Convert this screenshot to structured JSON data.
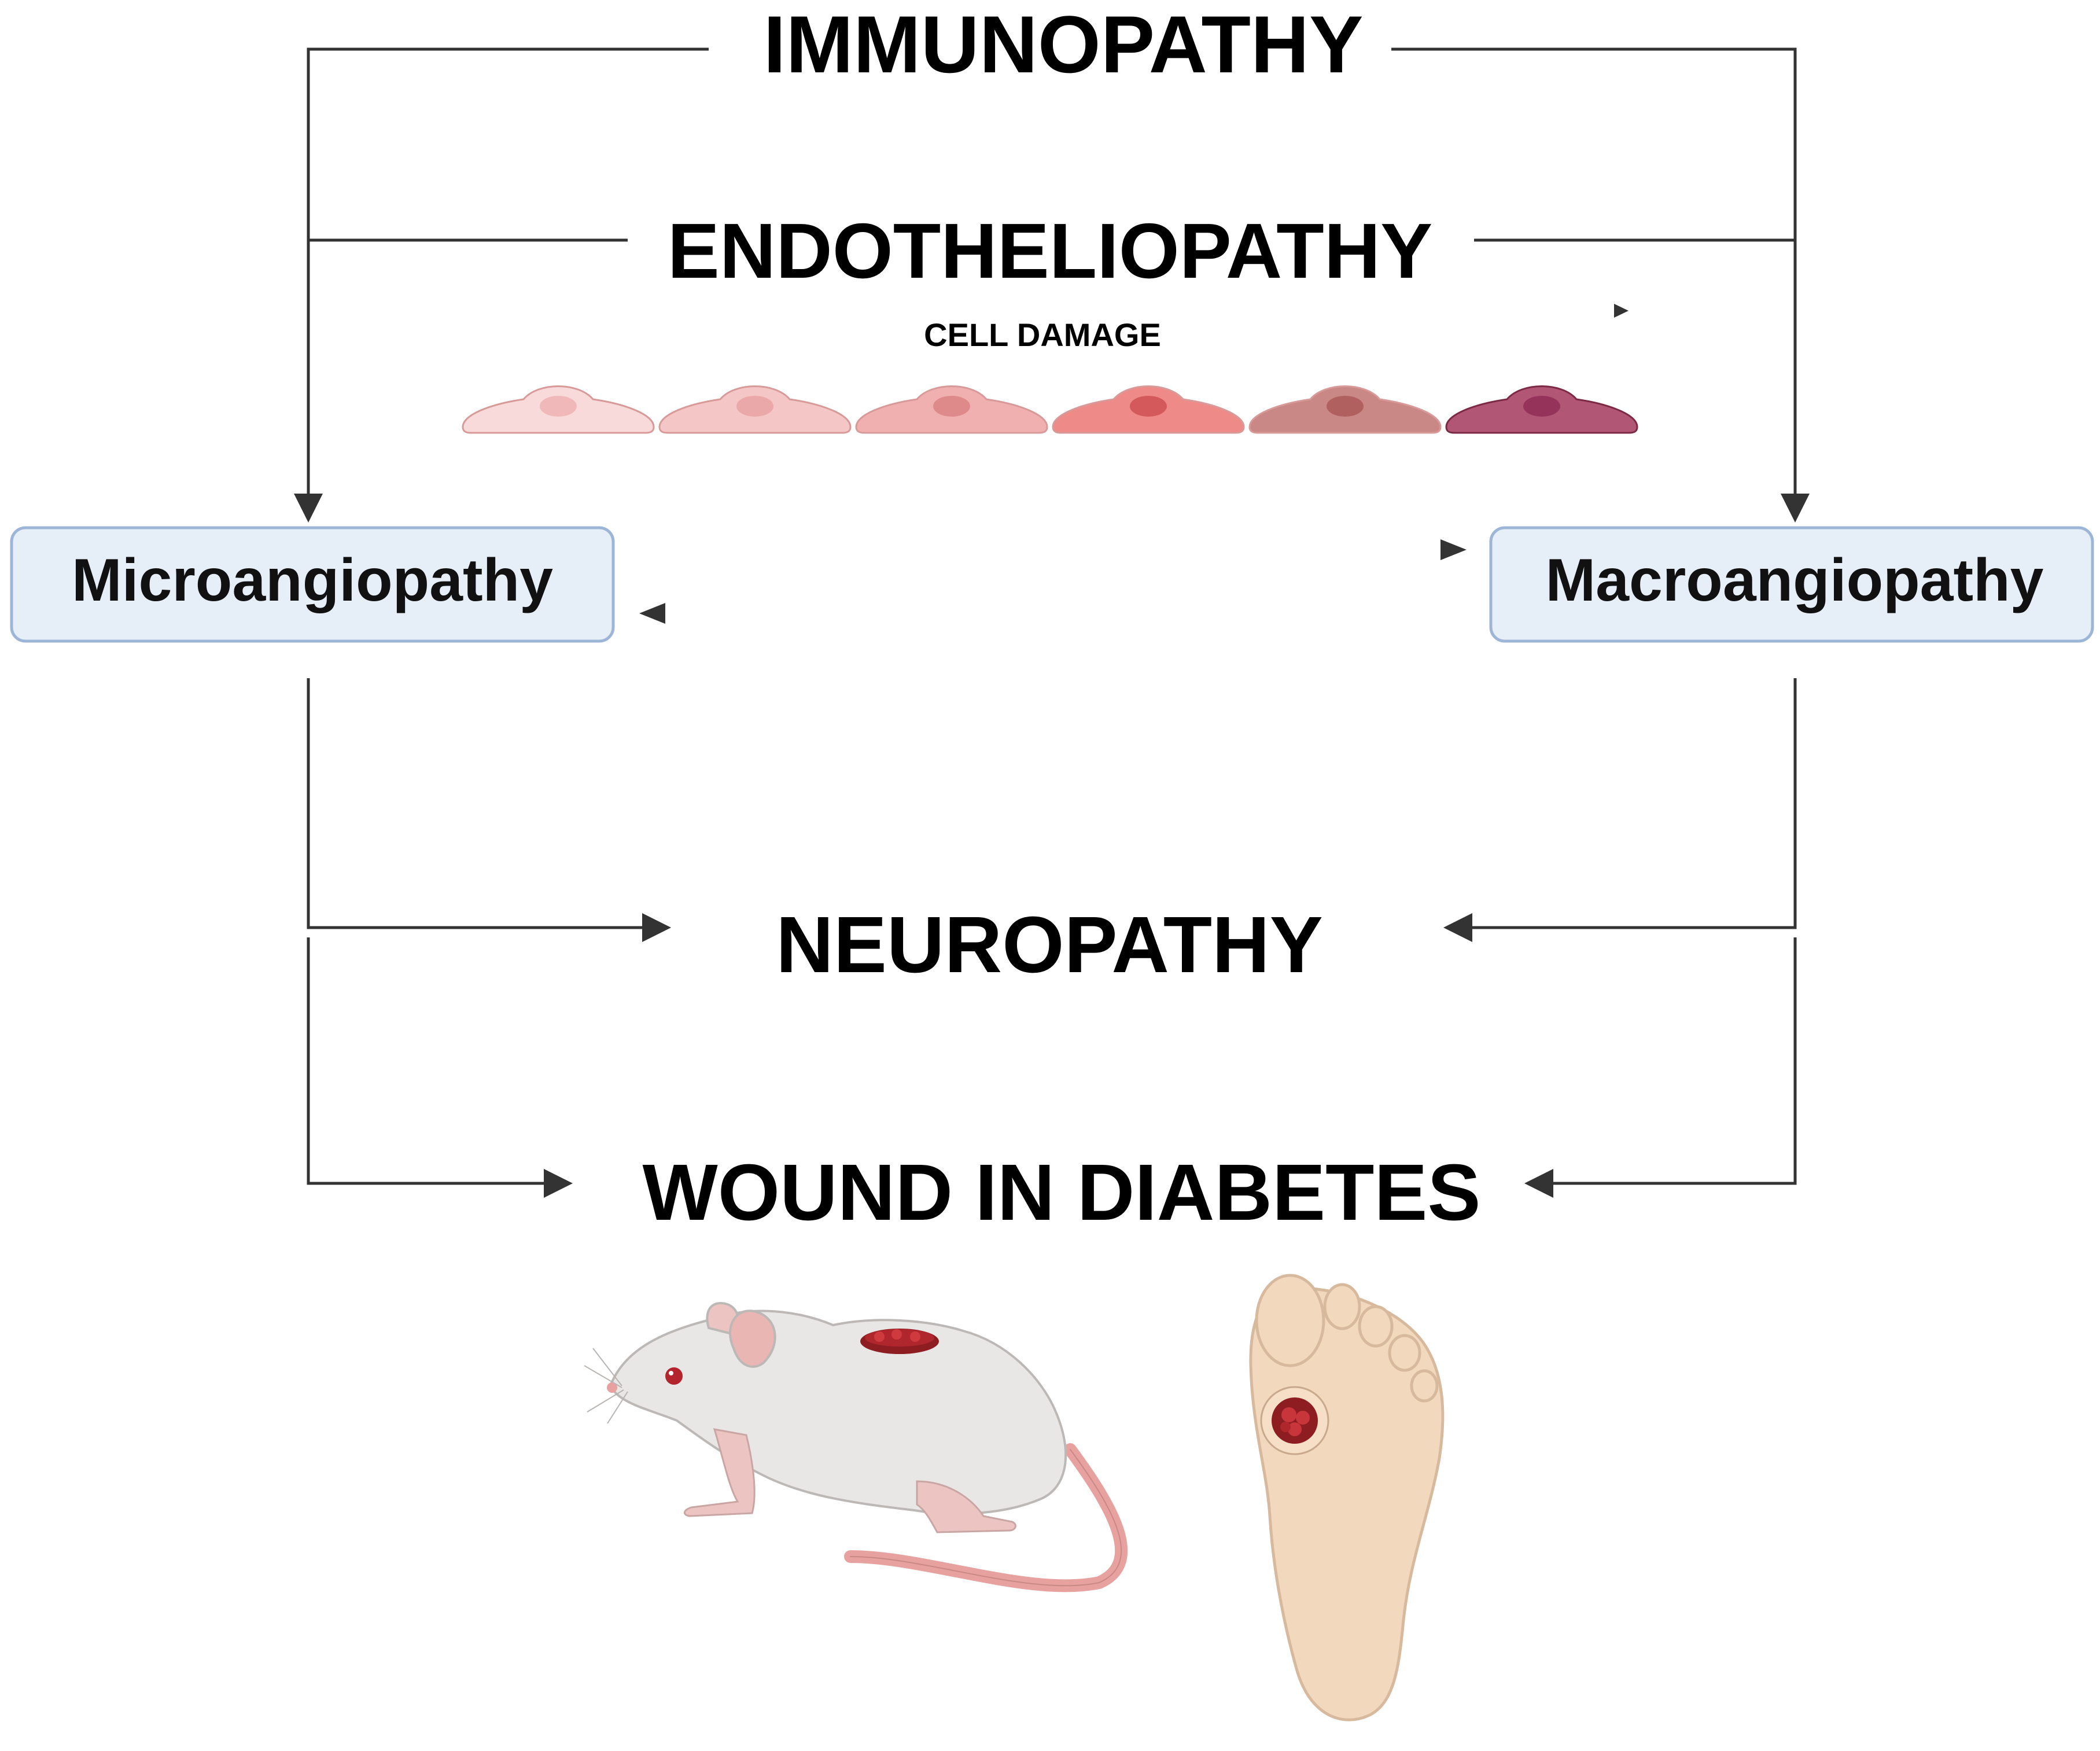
{
  "titles": {
    "immunopathy": "IMMUNOPATHY",
    "endotheliopathy": "ENDOTHELIOPATHY",
    "cell_damage": "CELL DAMAGE",
    "neuropathy": "NEUROPATHY",
    "wound": "WOUND IN DIABETES"
  },
  "boxes": {
    "micro": "Microangiopathy",
    "macro": "Macroangiopathy"
  },
  "cell_colors": [
    "#f9dada",
    "#f5c6c6",
    "#f0b0b0",
    "#ee8a88",
    "#c98886",
    "#b25676"
  ],
  "nucleus_colors": [
    "#f0b8b8",
    "#eaa8a8",
    "#de8a8a",
    "#d4595a",
    "#b0605e",
    "#96335a"
  ],
  "colors": {
    "box_fill": "#e6eef8",
    "box_stroke": "#9db5d6",
    "line": "#333333",
    "wound": "#a51e22",
    "mouse_body": "#e9e7e6",
    "skin": "#f2d8bd"
  }
}
